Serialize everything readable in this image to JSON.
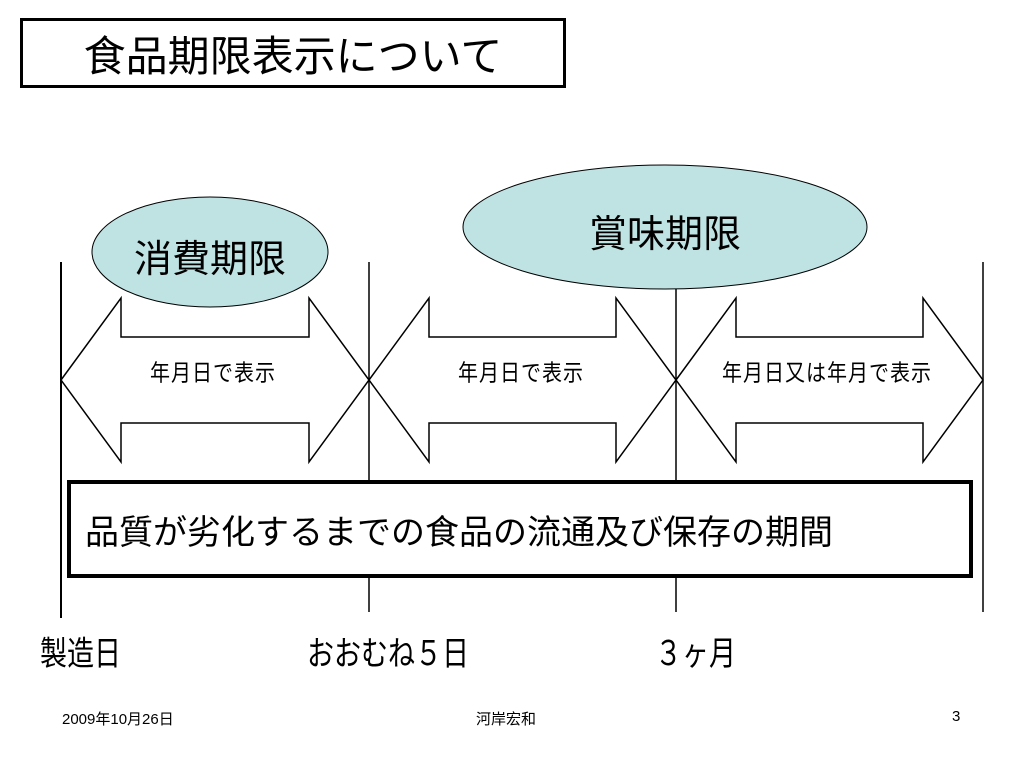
{
  "title": "食品期限表示について",
  "ellipses": {
    "consume": "消費期限",
    "best_before": "賞味期限"
  },
  "arrows": [
    "年月日で表示",
    "年月日で表示",
    "年月日又は年月で表示"
  ],
  "quality_box": "品質が劣化するまでの食品の流通及び保存の期間",
  "axis": [
    "製造日",
    "おおむね５日",
    "３ヶ月"
  ],
  "footer": {
    "date": "2009年10月26日",
    "author": "河岸宏和",
    "page": "3"
  },
  "colors": {
    "ellipse_fill": "#bfe3e3",
    "line": "#000000"
  }
}
